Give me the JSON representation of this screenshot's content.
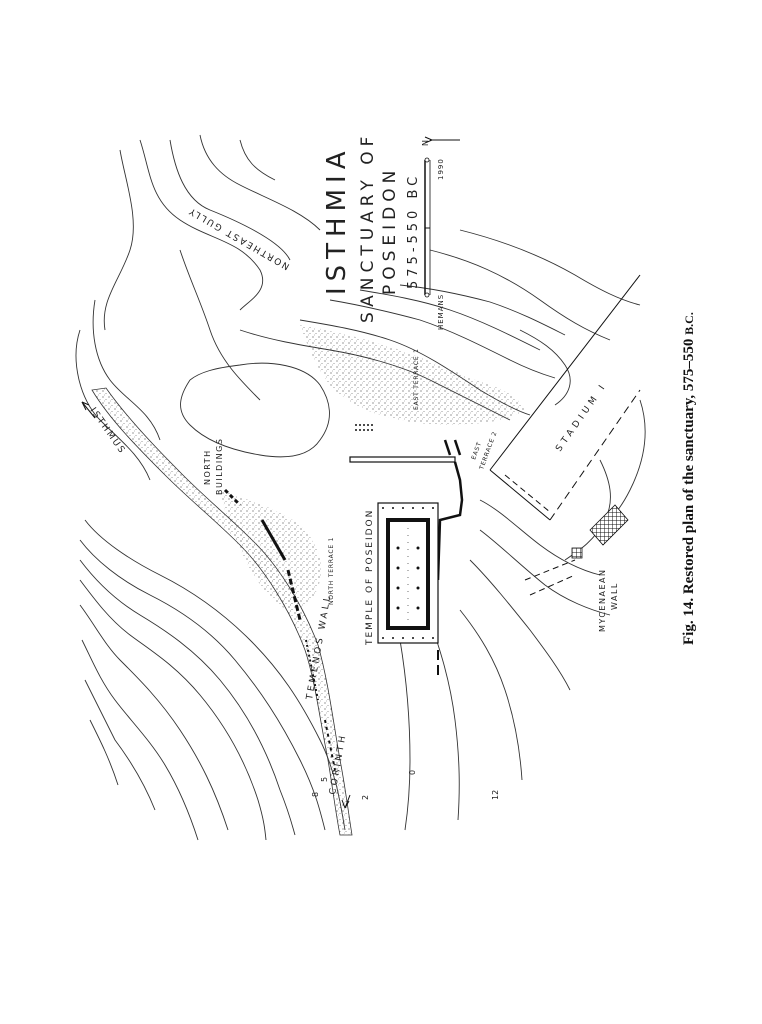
{
  "map": {
    "title": "ISTHMIA",
    "subtitle": "SANCTUARY OF",
    "subtitle2": "POSEIDON",
    "dates": "575-550 BC",
    "scale_label": "HEMANS",
    "year": "1990",
    "north": "N",
    "labels": {
      "northeast_gully": "NORTHEAST GULLY",
      "isthmus": "ISTHMUS",
      "north_buildings_1": "NORTH",
      "north_buildings_2": "BUILDINGS",
      "east_terrace_1": "EAST TERRACE 1",
      "east_terrace_2a": "EAST",
      "east_terrace_2b": "TERRACE 2",
      "stadium": "STADIUM I",
      "temple": "TEMPLE OF POSEIDON",
      "north_terrace": "NORTH TERRACE 1",
      "temenos_wall": "TEMENOS WALL",
      "corinth": "CORINTH",
      "mycenaean_1": "MYCENAEAN",
      "mycenaean_2": "WALL"
    },
    "contours": {
      "c0": "0",
      "c2": "2",
      "c8": "8",
      "c12": "12",
      "c5": "5"
    }
  },
  "caption": {
    "prefix": "Fig. 14. ",
    "text": "Restored plan of the sanctuary, 575–550 ",
    "suffix": "B.C."
  }
}
